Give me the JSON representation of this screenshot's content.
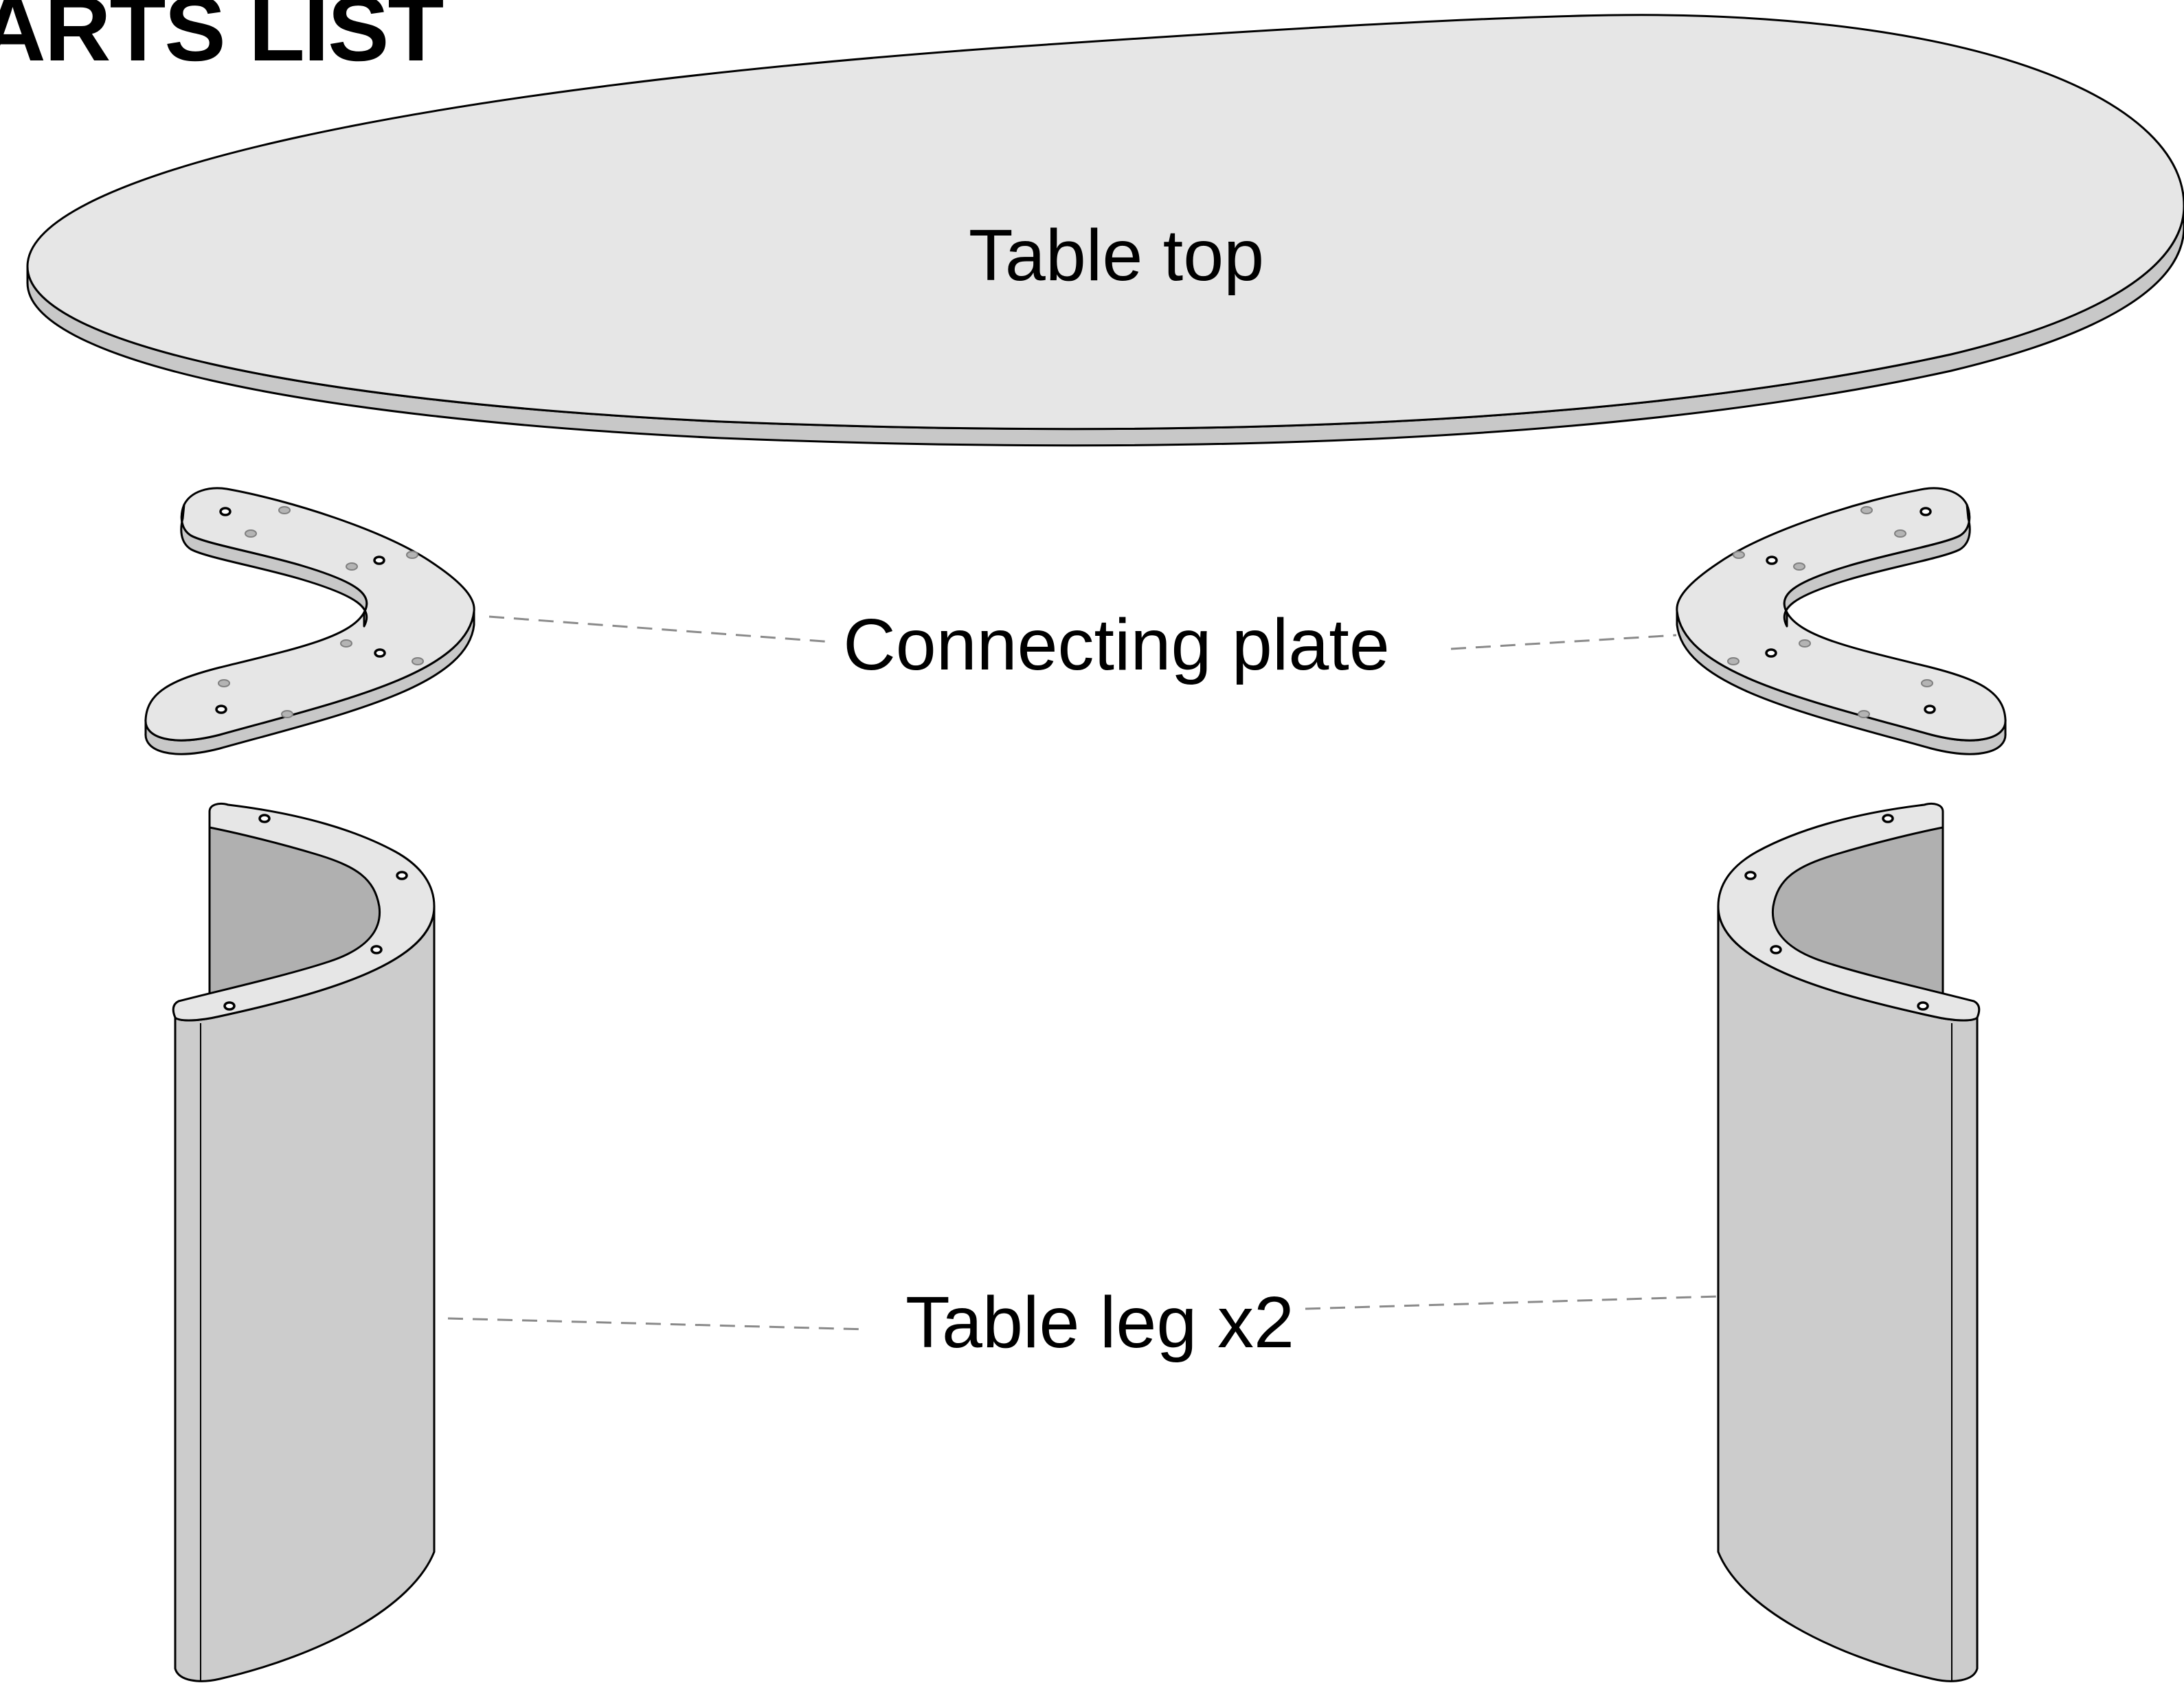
{
  "heading": "ARTS LIST",
  "parts": {
    "table_top": {
      "label": "Table top"
    },
    "connecting_plate": {
      "label": "Connecting plate"
    },
    "table_leg": {
      "label": "Table leg",
      "quantity": "x2"
    }
  },
  "colors": {
    "surface": "#e6e6e6",
    "edge": "#c8c8c8",
    "leg_body": "#cccccc",
    "leg_inner": "#b0b0b0",
    "leader_line": "#8a8a8a",
    "outline": "#000000"
  }
}
